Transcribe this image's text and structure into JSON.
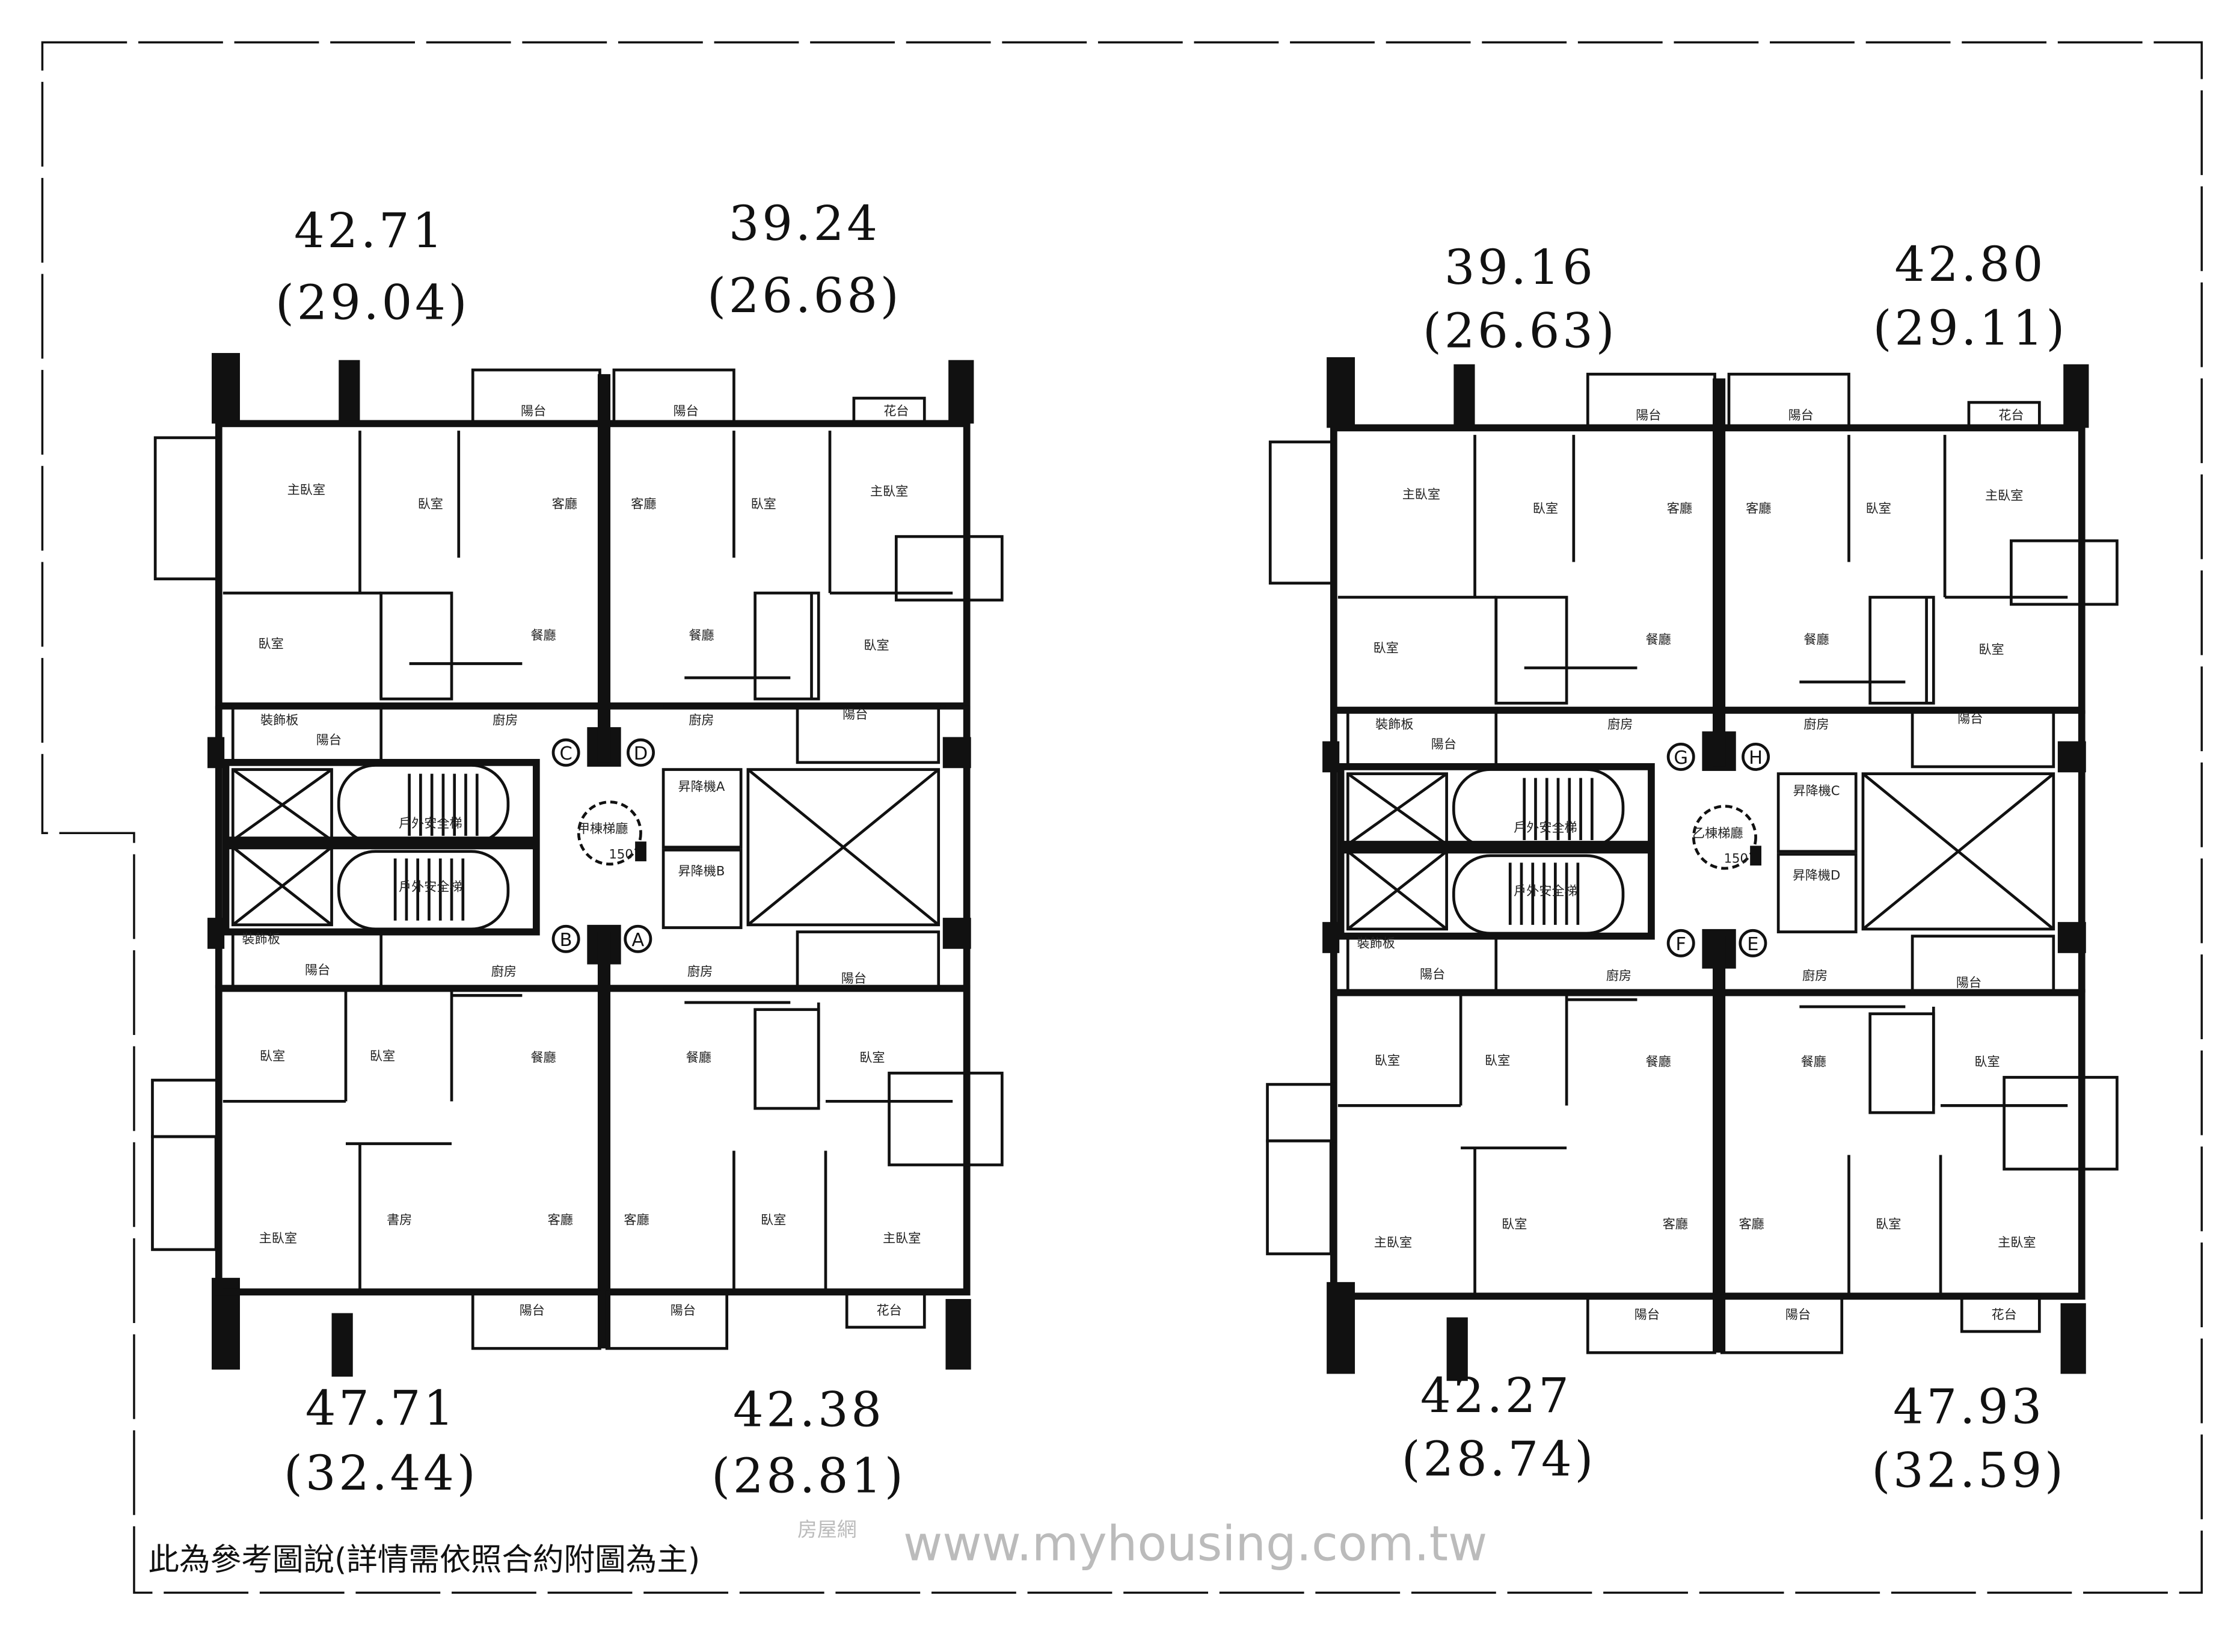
{
  "units": {
    "top_left_a": {
      "area": "42.71",
      "sub": "(29.04)"
    },
    "top_right_a": {
      "area": "39.24",
      "sub": "(26.68)"
    },
    "bottom_left_a": {
      "area": "47.71",
      "sub": "(32.44)"
    },
    "bottom_right_a": {
      "area": "42.38",
      "sub": "(28.81)"
    },
    "top_left_b": {
      "area": "39.16",
      "sub": "(26.63)"
    },
    "top_right_b": {
      "area": "42.80",
      "sub": "(29.11)"
    },
    "bottom_left_b": {
      "area": "42.27",
      "sub": "(28.74)"
    },
    "bottom_right_b": {
      "area": "47.93",
      "sub": "(32.59)"
    }
  },
  "labels": {
    "master_bedroom": "主臥室",
    "bedroom": "臥室",
    "living": "客廳",
    "dining": "餐廳",
    "kitchen": "廚房",
    "balcony": "陽台",
    "planter": "花台",
    "study": "書房",
    "decor_panel": "裝飾板",
    "stair": "戶外安全梯",
    "lobby_a": "甲棟梯廳",
    "lobby_b": "乙棟梯廳",
    "elevator_a": "昇降機A",
    "elevator_b": "昇降機B",
    "elevator_c": "昇降機C",
    "elevator_d": "昇降機D",
    "turn_radius": "150"
  },
  "markers": {
    "a": "A",
    "b": "B",
    "c": "C",
    "d": "D",
    "e": "E",
    "f": "F",
    "g": "G",
    "h": "H"
  },
  "footer": {
    "disclaimer": "此為參考圖說(詳情需依照合約附圖為主)",
    "watermark": "www.myhousing.com.tw",
    "watermark_brand": "房屋網"
  }
}
